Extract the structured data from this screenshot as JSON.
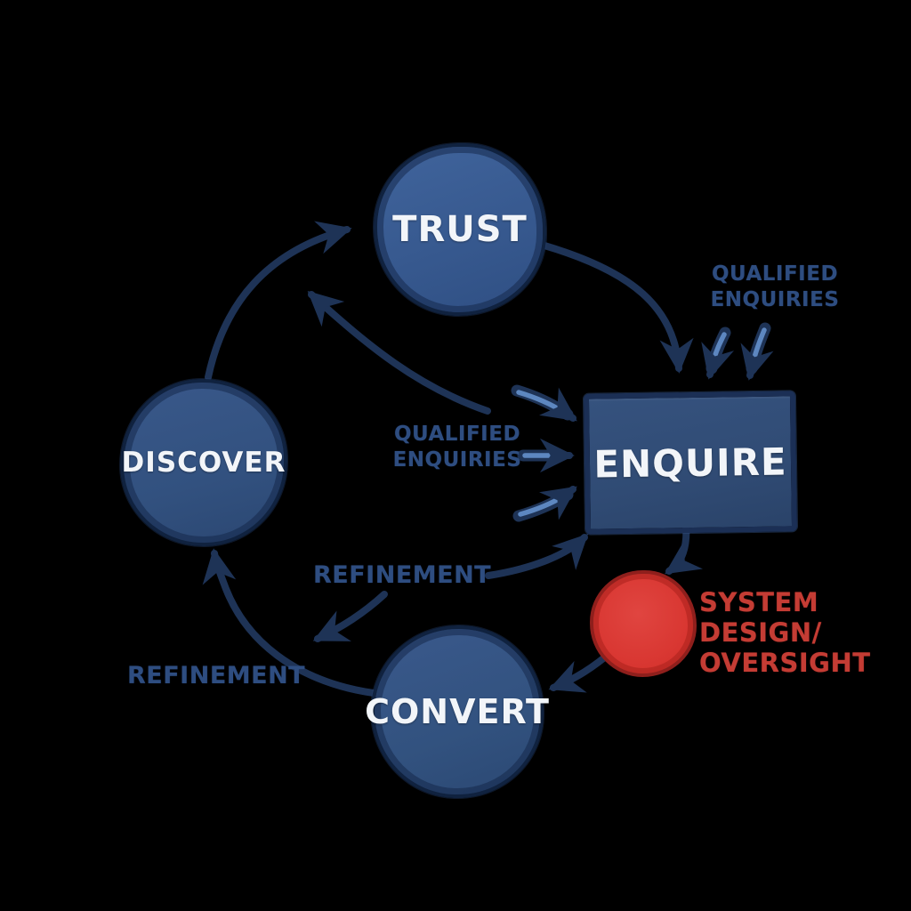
{
  "diagram": {
    "nodes": {
      "trust": "TRUST",
      "discover": "DISCOVER",
      "convert": "CONVERT",
      "enquire": "ENQUIRE"
    },
    "labels": {
      "qualified_top": {
        "line1": "QUALIFIED",
        "line2": "ENQUIRIES"
      },
      "qualified_mid": {
        "line1": "QUALIFIED",
        "line2": "ENQUIRIES"
      },
      "refinement_mid": "REFINEMENT",
      "refinement_bottom": "REFINEMENT",
      "system": {
        "line1": "SYSTEM",
        "line2": "DESIGN/",
        "line3": "OVERSIGHT"
      }
    },
    "colors": {
      "bg": "#000000",
      "arrow": "#1e3356",
      "arrow-light": "#5d87c0",
      "node-trust": "#37598f",
      "node-discover": "#32517f",
      "node-convert": "#32527f",
      "box-enquire": "#304b74",
      "red-fill": "#d93732",
      "red-text": "#c43c34",
      "label-navy": "#2e4d80",
      "text-white": "#f2f5f9"
    }
  }
}
